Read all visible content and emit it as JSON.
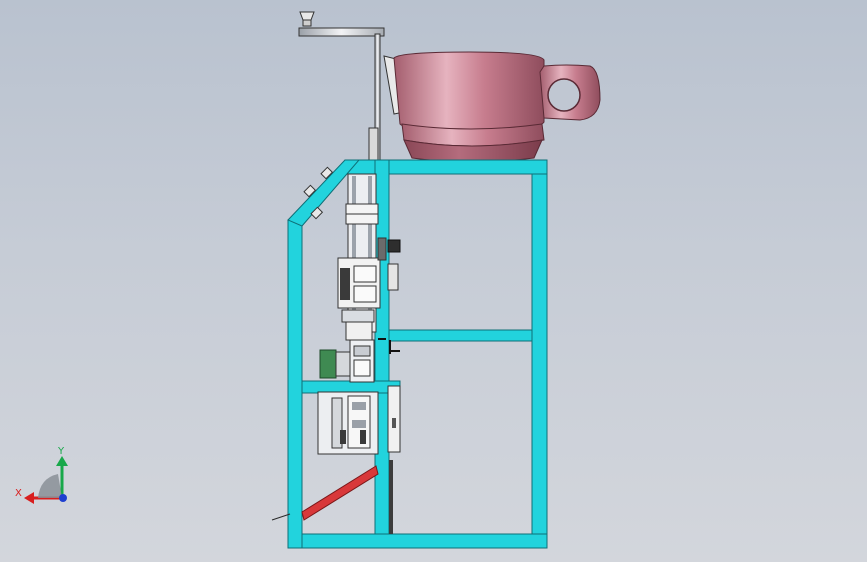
{
  "viewport": {
    "background_top": "#b9c2cf",
    "background_bottom": "#d3d6dc"
  },
  "model": {
    "frame_color": "#22d3dd",
    "frame_edge_color": "#0f6f77",
    "bowl_color": "#c77d8e",
    "bowl_shadow_color": "#8a4756",
    "diagonal_brace_color": "#d8383a",
    "motor_color": "#3f8a52",
    "parts": [
      "vibratory-bowl",
      "bowl-handle",
      "discharge-chute",
      "hopper-arm",
      "funnel",
      "vertical-post",
      "main-frame",
      "slanted-frame-edge",
      "middle-crossbar",
      "inner-crossbar",
      "linear-slide-assembly",
      "stepper-motor",
      "cylinder-block",
      "clamp-assembly",
      "support-plate",
      "diagonal-brace"
    ]
  },
  "triad": {
    "x_label": "X",
    "y_label": "Y",
    "x_color": "#d81e1e",
    "y_color": "#18a84a",
    "origin_color": "#1d3fd0"
  }
}
